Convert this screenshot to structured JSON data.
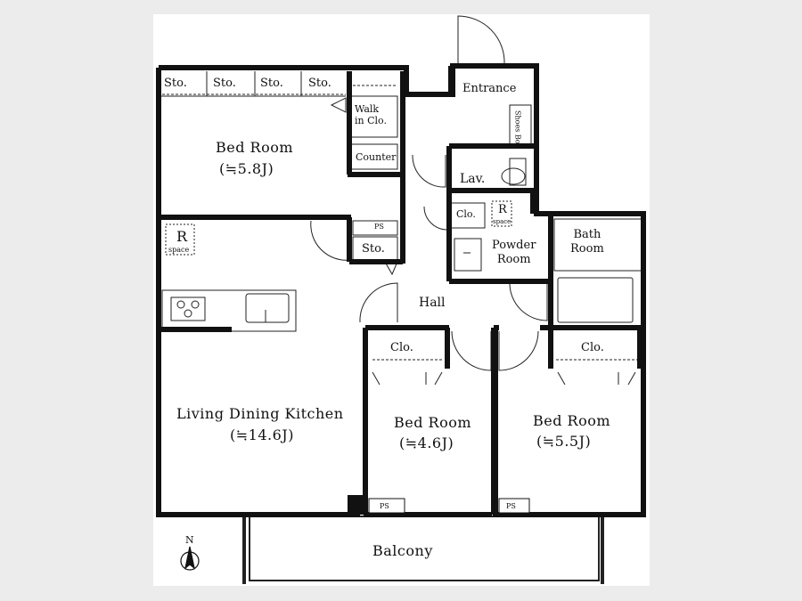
{
  "rooms": {
    "bedroom_main": "Bed Room",
    "bedroom_main_area": "(≒5.8J)",
    "ldk": "Living Dining Kitchen",
    "ldk_area": "(≒14.6J)",
    "bedroom_2": "Bed Room",
    "bedroom_2_area": "(≒4.6J)",
    "bedroom_3": "Bed Room",
    "bedroom_3_area": "(≒5.5J)",
    "entrance": "Entrance",
    "hall": "Hall",
    "lav": "Lav.",
    "powder_1": "Powder",
    "powder_2": "Room",
    "bath_1": "Bath",
    "bath_2": "Room",
    "balcony": "Balcony",
    "walkin_1": "Walk",
    "walkin_2": "in Clo.",
    "counter": "Counter",
    "shoes_1": "Shoes",
    "shoes_2": "Box"
  },
  "storage": {
    "sto1": "Sto.",
    "sto2": "Sto.",
    "sto3": "Sto.",
    "sto4": "Sto.",
    "sto_hall": "Sto.",
    "clo_small": "Clo.",
    "clo_bed2": "Clo.",
    "clo_bed3": "Clo."
  },
  "markers": {
    "ps1": "PS",
    "ps2": "PS",
    "ps3": "PS",
    "r_letter_1": "R",
    "r_space_1": "space",
    "r_letter_2": "R",
    "r_space_2": "space",
    "north": "N"
  }
}
